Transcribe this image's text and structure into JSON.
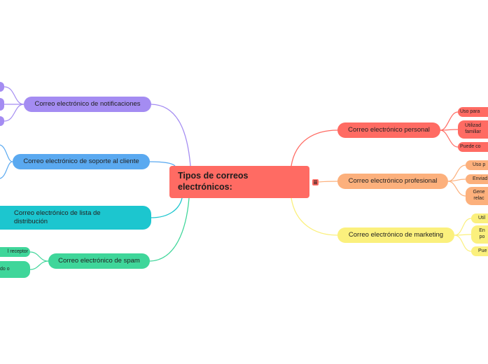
{
  "central": {
    "text": "Tipos de correos electrónicos:"
  },
  "branches": {
    "notificaciones": {
      "label": "Correo electrónico de notificaciones",
      "color": "#a48cf2"
    },
    "soporte": {
      "label": "Correo electrónico de soporte al cliente",
      "color": "#5aa9f0"
    },
    "lista": {
      "label": "Correo electrónico de lista de distribución",
      "color": "#1cc6cf"
    },
    "spam": {
      "label": "Correo electrónico de spam",
      "color": "#3fd69a",
      "children": [
        "l receptor",
        "do o"
      ]
    },
    "personal": {
      "label": "Correo electrónico personal",
      "color": "#ff6b63",
      "children": [
        "Uso para",
        "Utilizad familiar",
        "Puede co"
      ]
    },
    "profesional": {
      "label": "Correo electrónico profesional",
      "color": "#fcb07c",
      "children": [
        "Uso p",
        "Enviad",
        "Gene relac"
      ]
    },
    "marketing": {
      "label": "Correo electrónico de marketing",
      "color": "#fbf07d",
      "children": [
        "Util",
        "En po",
        "Pue"
      ]
    }
  }
}
